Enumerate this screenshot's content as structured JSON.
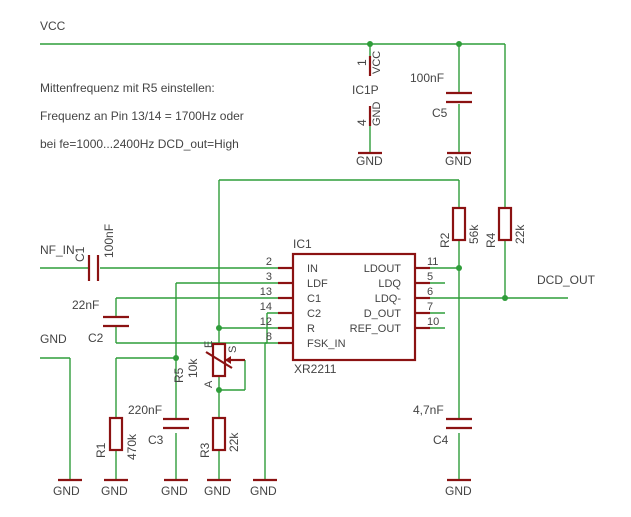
{
  "labels": {
    "vcc": "VCC",
    "nf_in": "NF_IN",
    "gnd_left": "GND",
    "dcd_out": "DCD_OUT",
    "note1": "Mittenfrequenz mit R5 einstellen:",
    "note2": "Frequenz an Pin 13/14 = 1700Hz  oder",
    "note3": "bei fe=1000...2400Hz DCD_out=High"
  },
  "power_symbol": {
    "name": "IC1P",
    "vcc_pin": "1",
    "vcc_label": "VCC",
    "gnd_pin": "4",
    "gnd_label": "GND"
  },
  "ic": {
    "name": "IC1",
    "part": "XR2211",
    "left_pins": [
      {
        "num": "2",
        "name": "IN"
      },
      {
        "num": "3",
        "name": "LDF"
      },
      {
        "num": "13",
        "name": "C1"
      },
      {
        "num": "14",
        "name": "C2"
      },
      {
        "num": "12",
        "name": "R"
      },
      {
        "num": "8",
        "name": "FSK_IN"
      }
    ],
    "right_pins": [
      {
        "num": "11",
        "name": "LDOUT"
      },
      {
        "num": "5",
        "name": "LDQ"
      },
      {
        "num": "6",
        "name": "LDQ-"
      },
      {
        "num": "7",
        "name": "D_OUT"
      },
      {
        "num": "10",
        "name": "REF_OUT"
      }
    ]
  },
  "components": {
    "c1": {
      "name": "C1",
      "value": "100nF"
    },
    "c2": {
      "name": "C2",
      "value": "22nF"
    },
    "c3": {
      "name": "C3",
      "value": "220nF"
    },
    "c4": {
      "name": "C4",
      "value": "4,7nF"
    },
    "c5": {
      "name": "C5",
      "value": "100nF"
    },
    "r1": {
      "name": "R1",
      "value": "470k"
    },
    "r2": {
      "name": "R2",
      "value": "56k"
    },
    "r3": {
      "name": "R3",
      "value": "22k"
    },
    "r4": {
      "name": "R4",
      "value": "22k"
    },
    "r5": {
      "name": "R5",
      "value": "10k",
      "pin_e": "E",
      "pin_s": "S",
      "pin_a": "A"
    }
  },
  "gnd_label": "GND"
}
